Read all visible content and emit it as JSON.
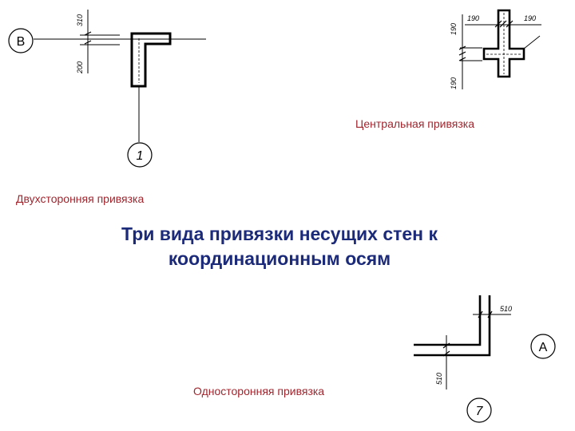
{
  "title": {
    "line1": "Три вида привязки несущих стен к",
    "line2": "координационным осям"
  },
  "captions": {
    "central": "Центральная привязка",
    "two_sided": "Двухсторонняя привязка",
    "one_sided": "Односторонняя привязка"
  },
  "two_sided": {
    "axis_row": "В",
    "axis_col": "1",
    "dim_top": "310",
    "dim_bottom": "200"
  },
  "central": {
    "dim_top_left": "190",
    "dim_top_right": "190",
    "dim_left_top": "190",
    "dim_left_bottom": "190"
  },
  "one_sided": {
    "axis_row": "А",
    "axis_col": "7",
    "dim_vertical": "510",
    "dim_horizontal": "510"
  },
  "colors": {
    "caption": "#a0262e",
    "title": "#1c2a7a"
  }
}
